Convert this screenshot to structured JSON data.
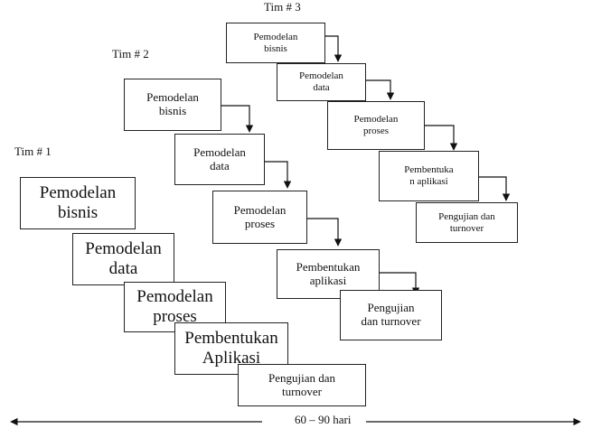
{
  "teams": [
    {
      "label": "Tim # 1",
      "steps": [
        "Pemodelan\nbisnis",
        "Pemodelan\ndata",
        "Pemodelan\nproses",
        "Pembentukan\nAplikasi",
        "Pengujian dan\nturnover"
      ]
    },
    {
      "label": "Tim # 2",
      "steps": [
        "Pemodelan\nbisnis",
        "Pemodelan\ndata",
        "Pemodelan\nproses",
        "Pembentukan\naplikasi",
        "Pengujian\ndan turnover"
      ]
    },
    {
      "label": "Tim # 3",
      "steps": [
        "Pemodelan\nbisnis",
        "Pemodelan\ndata",
        "Pemodelan\nproses",
        "Pembentuka\nn aplikasi",
        "Pengujian dan\nturnover"
      ]
    }
  ],
  "timeline": {
    "label": "60 – 90 hari"
  }
}
